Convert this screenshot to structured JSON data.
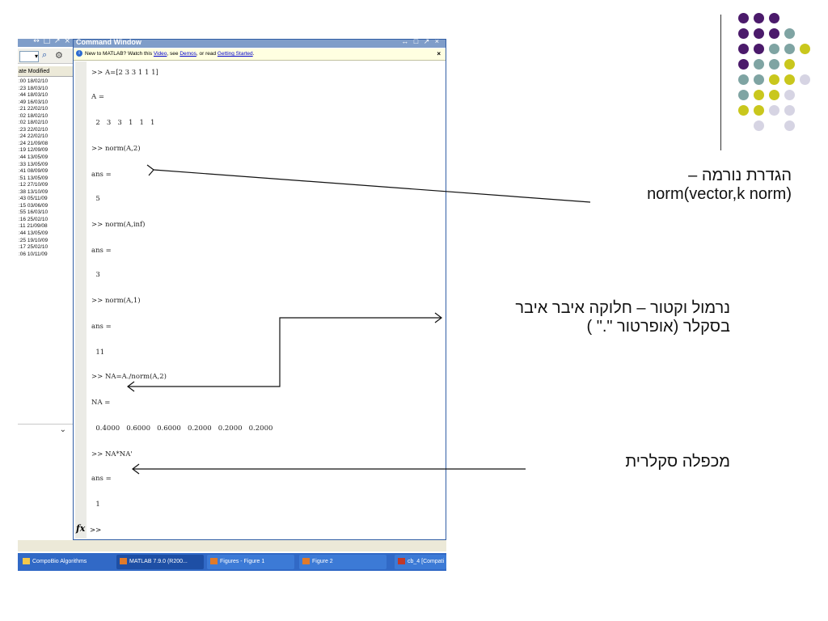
{
  "colors": {
    "purple": "#4b1a6b",
    "teal": "#7fa4a3",
    "yellow": "#c9c71d",
    "lavender": "#d6d4e3",
    "title_bar": "#7f9dc9",
    "taskbar": "#3169c6"
  },
  "left_pane": {
    "controls": "↔ □ ↗ ×",
    "column_header": "ate Modified",
    "rows": [
      ":00 18/02/10",
      ":23 18/03/10",
      ":44 18/03/10",
      ":49 16/03/10",
      ":21 22/02/10",
      ":02 18/02/10",
      ":02 18/02/10",
      ":23 22/02/10",
      ":24 22/02/10",
      ":24 21/09/08",
      ":19 12/09/09",
      ":44 13/05/09",
      ":33 13/05/09",
      ":41 08/09/09",
      ":51 13/05/09",
      ":12 27/10/09",
      ":38 13/10/09",
      ":43 05/11/09",
      ":15 03/06/09",
      ":55 16/03/10",
      ":16 25/02/10",
      ":11 21/09/08",
      ":44 13/05/09",
      ":25 19/10/09",
      ":17 25/02/10",
      ":06 10/11/09"
    ]
  },
  "command_window": {
    "title": "Command Window",
    "controls": "↔ □ ↗ ×",
    "info": {
      "prefix": "New to MATLAB? Watch this ",
      "video": "Video",
      "mid1": ", see ",
      "demos": "Demos",
      "mid2": ", or read ",
      "getting_started": "Getting Started",
      "suffix": "."
    },
    "close": "×",
    "lines": [
      ">> A=[2 3 3 1 1 1]",
      "A =",
      "  2   3   3   1   1   1",
      ">> norm(A,2)",
      "ans =",
      "  5",
      ">> norm(A,inf)",
      "ans =",
      "  3",
      ">> norm(A,1)",
      "ans =",
      "  11",
      ">> NA=A./norm(A,2)",
      "NA =",
      "  0.4000   0.6000   0.6000   0.2000   0.2000   0.2000",
      ">> NA*NA'",
      "ans =",
      "  1"
    ],
    "fx": "fx",
    "prompt": ">>"
  },
  "taskbar": {
    "items": [
      "CompoBio Algorithms",
      "MATLAB 7.9.0 (R200...",
      "Figures - Figure 1",
      "Figure 2",
      "cb_4 [Compati"
    ]
  },
  "annotations": {
    "norm_def_line1": "הגדרת נורמה –",
    "norm_def_line2": "norm(vector,k norm)",
    "normalize_line1": "נרמול וקטור – חלוקה איבר איבר",
    "normalize_line2": "בסקלר (אופרטור \".\" )",
    "scalar_product": "מכפלה סקלרית"
  }
}
